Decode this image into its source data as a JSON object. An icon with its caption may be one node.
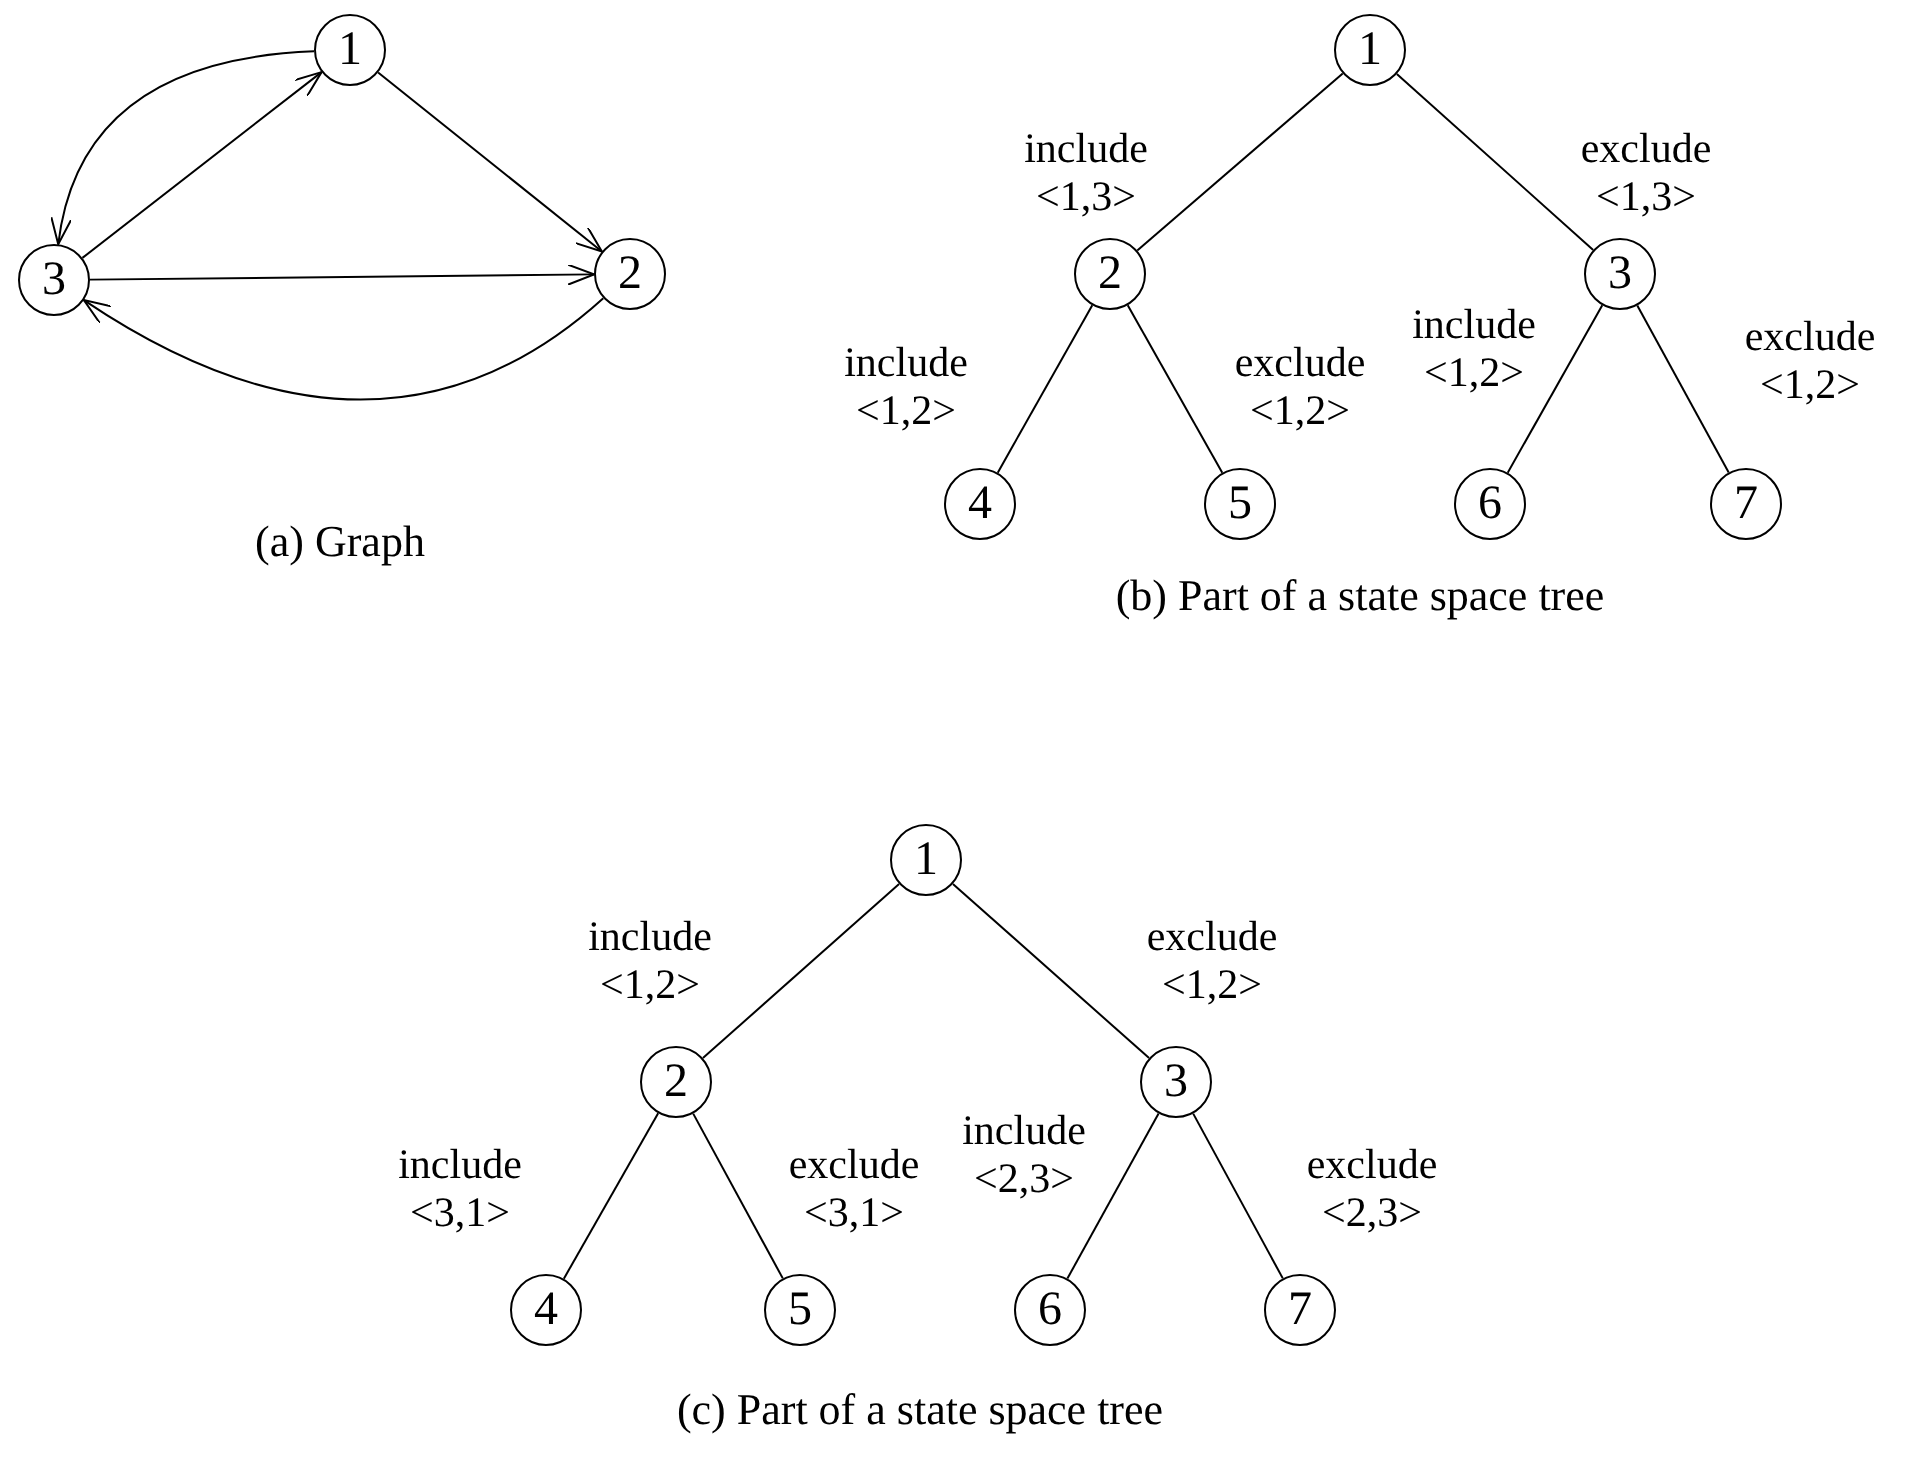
{
  "diagram": {
    "nodes": [
      {
        "text": [
          "1"
        ]
      },
      {
        "text": [
          "2"
        ]
      },
      {
        "text": [
          "3"
        ]
      },
      {
        "text": [
          "1"
        ]
      },
      {
        "text": [
          "2"
        ]
      },
      {
        "text": [
          "3"
        ]
      },
      {
        "text": [
          "4"
        ]
      },
      {
        "text": [
          "5"
        ]
      },
      {
        "text": [
          "6"
        ]
      },
      {
        "text": [
          "7"
        ]
      },
      {
        "text": [
          "1"
        ]
      },
      {
        "text": [
          "2"
        ]
      },
      {
        "text": [
          "3"
        ]
      },
      {
        "text": [
          "4"
        ]
      },
      {
        "text": [
          "5"
        ]
      },
      {
        "text": [
          "6"
        ]
      },
      {
        "text": [
          "7"
        ]
      }
    ],
    "edges": [
      {
        "from": 0,
        "to": 2,
        "arrow": "to"
      },
      {
        "from": 2,
        "to": 0,
        "arrow": "to"
      },
      {
        "from": 0,
        "to": 1,
        "arrow": "to"
      },
      {
        "from": 2,
        "to": 1,
        "arrow": "to"
      },
      {
        "from": 1,
        "to": 2,
        "arrow": "to"
      },
      {
        "from": 3,
        "to": 4,
        "arrow": "none",
        "label": "include <1,3>"
      },
      {
        "from": 3,
        "to": 5,
        "arrow": "none",
        "label": "exclude <1,3>"
      },
      {
        "from": 4,
        "to": 6,
        "arrow": "none",
        "label": "include <1,2>"
      },
      {
        "from": 4,
        "to": 7,
        "arrow": "none",
        "label": "exclude <1,2>"
      },
      {
        "from": 5,
        "to": 8,
        "arrow": "none",
        "label": "include <1,2>"
      },
      {
        "from": 5,
        "to": 9,
        "arrow": "none",
        "label": "exclude <1,2>"
      },
      {
        "from": 10,
        "to": 11,
        "arrow": "none",
        "label": "include <1,2>"
      },
      {
        "from": 10,
        "to": 12,
        "arrow": "none",
        "label": "exclude <1,2>"
      },
      {
        "from": 11,
        "to": 13,
        "arrow": "none",
        "label": "include <3,1>"
      },
      {
        "from": 11,
        "to": 14,
        "arrow": "none",
        "label": "exclude <3,1>"
      },
      {
        "from": 12,
        "to": 15,
        "arrow": "none",
        "label": "include <2,3>"
      },
      {
        "from": 12,
        "to": 16,
        "arrow": "none",
        "label": "exclude <2,3>"
      }
    ],
    "labels": [
      "(a) Graph",
      "(b) Part of a state space tree",
      "(c) Part of a state space tree"
    ]
  }
}
